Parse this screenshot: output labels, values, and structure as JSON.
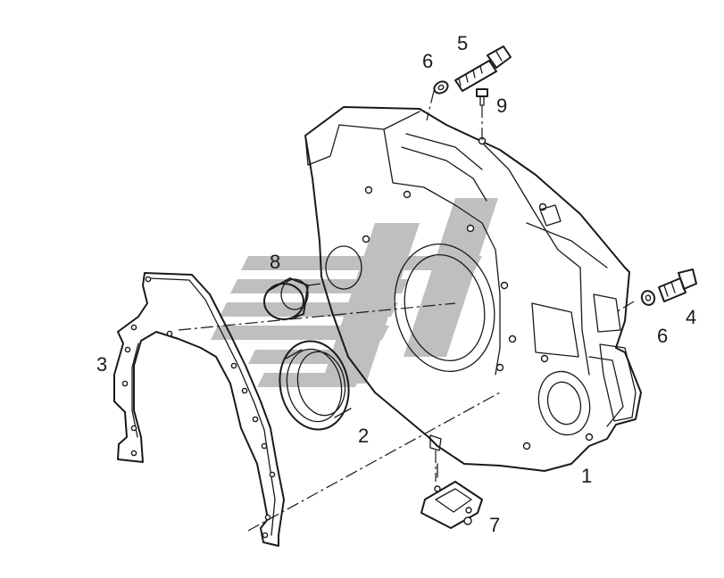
{
  "diagram": {
    "callouts": [
      {
        "id": "1",
        "text": "1"
      },
      {
        "id": "2",
        "text": "2"
      },
      {
        "id": "3",
        "text": "3"
      },
      {
        "id": "4",
        "text": "4"
      },
      {
        "id": "5",
        "text": "5"
      },
      {
        "id": "6a",
        "text": "6"
      },
      {
        "id": "6b",
        "text": "6"
      },
      {
        "id": "7",
        "text": "7"
      },
      {
        "id": "8",
        "text": "8"
      },
      {
        "id": "9",
        "text": "9"
      }
    ],
    "watermark_color": "#8c8c8c",
    "line_color": "#1a1a1a"
  }
}
